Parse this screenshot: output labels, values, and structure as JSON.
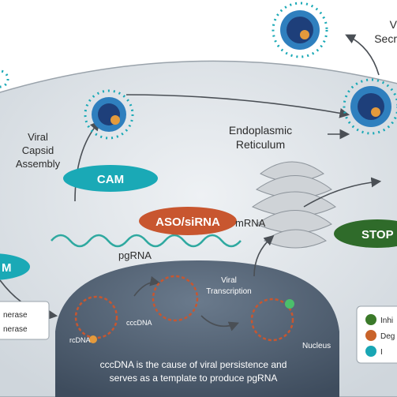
{
  "labels": {
    "viral_secretion_line1": "V",
    "viral_secretion_line2": "Secr",
    "endoplasmic_line1": "Endoplasmic",
    "endoplasmic_line2": "Reticulum",
    "assembly_line1": "Viral",
    "assembly_line2": "Capsid",
    "assembly_line3": "Assembly",
    "mrna": "mRNA",
    "pgrna": "pgRNA",
    "transcription_line1": "Viral",
    "transcription_line2": "Transcription",
    "cccdna": "cccDNA",
    "rcdna": "rcDNA",
    "nucleus": "Nucleus",
    "caption_line1": "cccDNA is the cause of viral persistence and",
    "caption_line2": "serves as a template to produce pgRNA"
  },
  "pills": {
    "cam": "CAM",
    "aso_sirna": "ASO/siRNA",
    "stop": "STOP",
    "left_cam": "M"
  },
  "left_box": {
    "line1": "nerase",
    "line2": "nerase"
  },
  "legend": {
    "items": [
      {
        "label": "Inhi",
        "color": "#3b7a2a"
      },
      {
        "label": "Deg",
        "color": "#c9632a"
      },
      {
        "label": "I",
        "color": "#19a6b4"
      }
    ]
  },
  "colors": {
    "teal": "#1aa9b6",
    "orange": "#c8562f",
    "green": "#2f6b2a",
    "nucleus": "#4e5f72",
    "cytoplasm": "#dfe4e8",
    "virus_core": "#1e3f7a",
    "virus_ring": "#2f7fbe"
  }
}
